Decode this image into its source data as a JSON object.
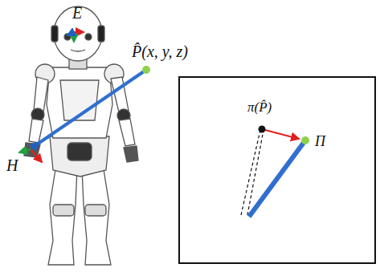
{
  "diagram": {
    "nodes": [
      {
        "text": [
          "π(P̂)",
          "Π"
        ]
      }
    ],
    "labels": [
      "E",
      "P̂(x, y, z)",
      "H"
    ]
  }
}
